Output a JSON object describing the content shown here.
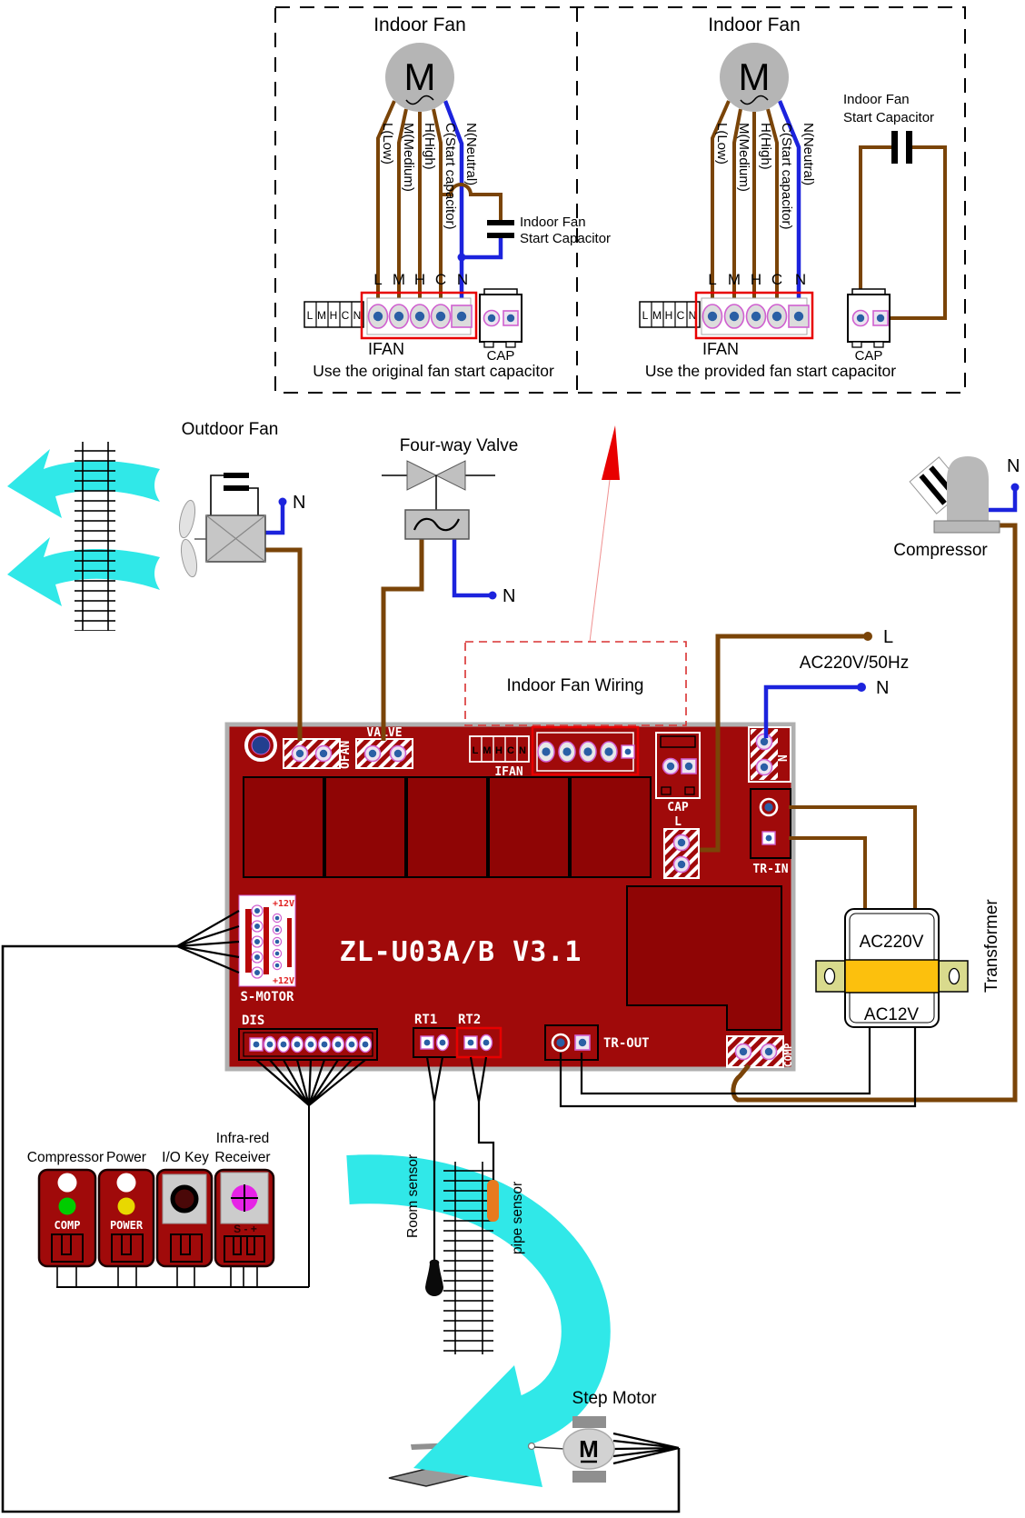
{
  "colors": {
    "pcb_red": "#a00a0a",
    "relay_red": "#8f0505",
    "wire_brown": "#7a4408",
    "wire_blue": "#1c23dd",
    "airflow_cyan": "#30e8e8",
    "transformer_yellow": "#fcc00d",
    "tab_olive": "#d9da8d",
    "pipe_sensor_orange": "#e87a1e",
    "led_green": "#00cc00",
    "led_yellow": "#e8d800",
    "ir_magenta": "#e623e6",
    "highlight_red": "#e80000",
    "pin_ring_magenta": "#d060d0",
    "pin_center_blue": "#2a5fa5"
  },
  "panels": {
    "left": {
      "title": "Indoor Fan",
      "motor_letter": "M",
      "wire_labels": [
        "L(Low)",
        "M(Medium)",
        "H(High)",
        "C(Start capacitor)",
        "N(Neutral)"
      ],
      "pin_letters": [
        "L",
        "M",
        "H",
        "C",
        "N"
      ],
      "strip_letters": [
        "L",
        "M",
        "H",
        "C",
        "N"
      ],
      "connector_label": "IFAN",
      "cap_label": "CAP",
      "capacitor_note_1": "Indoor Fan",
      "capacitor_note_2": "Start Capacitor",
      "caption": "Use the original fan start capacitor"
    },
    "right": {
      "title": "Indoor Fan",
      "motor_letter": "M",
      "wire_labels": [
        "L(Low)",
        "M(Medium)",
        "H(High)",
        "C(Start capacitor)",
        "N(Neutral)"
      ],
      "pin_letters": [
        "L",
        "M",
        "H",
        "C",
        "N"
      ],
      "strip_letters": [
        "L",
        "M",
        "H",
        "C",
        "N"
      ],
      "connector_label": "IFAN",
      "cap_label": "CAP",
      "capacitor_note_1": "Indoor Fan",
      "capacitor_note_2": "Start Capacitor",
      "caption": "Use the provided fan start capacitor"
    }
  },
  "outdoor_fan": {
    "label": "Outdoor Fan",
    "neutral": "N"
  },
  "four_way_valve": {
    "label": "Four-way Valve",
    "neutral": "N"
  },
  "compressor": {
    "label": "Compressor",
    "neutral": "N"
  },
  "power": {
    "live": "L",
    "rating": "AC220V/50Hz",
    "neutral": "N"
  },
  "wiring_note": {
    "label": "Indoor Fan Wiring"
  },
  "transformer": {
    "label": "Transformer",
    "primary": "AC220V",
    "secondary": "AC12V"
  },
  "board": {
    "name": "ZL-U03A/B V3.1",
    "ofan": "OFAN",
    "valve": "VALVE",
    "ifan": "IFAN",
    "strip": [
      "L",
      "M",
      "H",
      "C",
      "N"
    ],
    "cap": "CAP",
    "live": "L",
    "neutral": "N",
    "tr_in": "TR-IN",
    "tr_out": "TR-OUT",
    "comp": "COMP",
    "dis": "DIS",
    "rt1": "RT1",
    "rt2": "RT2",
    "s_motor": "S-MOTOR",
    "v12_top": "+12V",
    "v12_bottom": "+12V"
  },
  "display_board": {
    "compressor": "Compressor",
    "power": "Power",
    "io_key": "I/O Key",
    "infra_red": "Infra-red",
    "receiver": "Receiver",
    "comp_led": "COMP",
    "power_led": "POWER",
    "terminals": "S - +"
  },
  "sensors": {
    "room": "Room sensor",
    "pipe": "pipe sensor"
  },
  "step_motor": {
    "label": "Step Motor",
    "motor_letter": "M"
  }
}
